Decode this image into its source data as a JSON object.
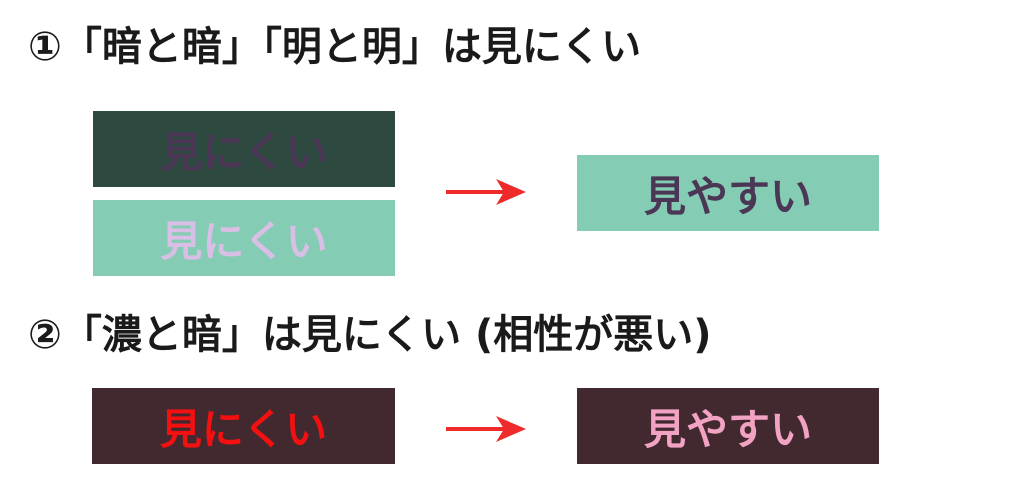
{
  "section1": {
    "heading": "①「暗と暗」「明と明」は見にくい",
    "bad_dark": {
      "label": "見にくい",
      "bg": "#2e4a40",
      "fg": "#4b3656"
    },
    "bad_light": {
      "label": "見にくい",
      "bg": "#84ccb3",
      "fg": "#d9bee6"
    },
    "good": {
      "label": "見やすい",
      "bg": "#84ccb3",
      "fg": "#4b3656"
    }
  },
  "section2": {
    "heading": "②「濃と暗」は見にくい (相性が悪い)",
    "bad": {
      "label": "見にくい",
      "bg": "#42292f",
      "fg": "#f21010"
    },
    "good": {
      "label": "見やすい",
      "bg": "#42292f",
      "fg": "#f2a2c3"
    }
  },
  "arrow_color": "#ee2a2a"
}
